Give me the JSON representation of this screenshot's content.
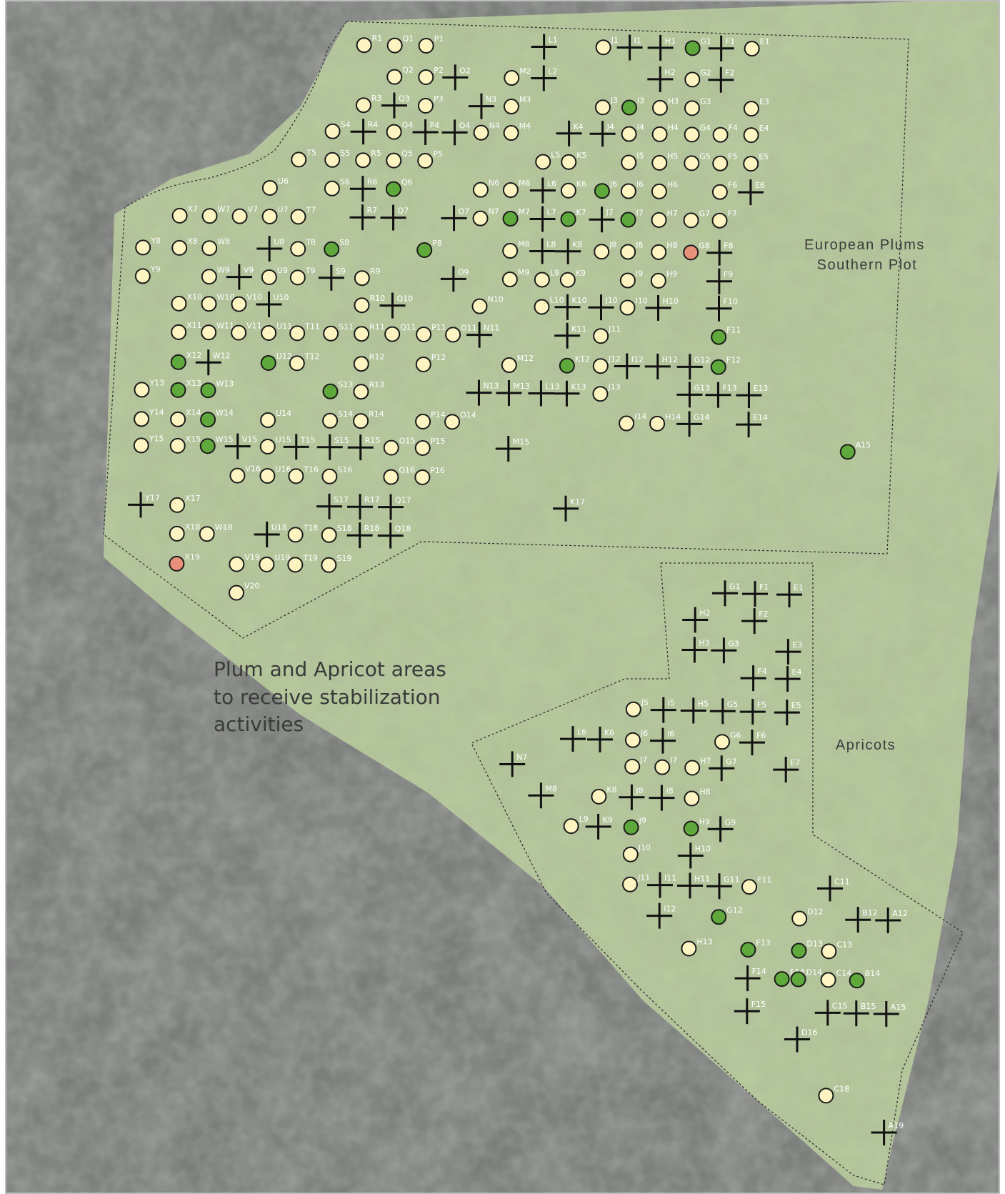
{
  "colors": {
    "frame": "#bdbdbd",
    "aerial_base": "#7b7d7b",
    "plot_tint": "#c2d6a0",
    "plot_outline": "#333333",
    "tree_living": "#fdf4c2",
    "tree_new": "#5ea83c",
    "tree_orange": "#e8907a",
    "tree_missing": "#111111",
    "label": "#ffffff"
  },
  "symbols": {
    "circle": "tree-marker-circle",
    "cross": "missing-tree-cross-icon"
  },
  "areas": {
    "plums_title": [
      "European Plums",
      "Southern Plot"
    ],
    "apricots_title": "Apricots",
    "caption": [
      "Plum and Apricot areas",
      "to receive stabilization",
      "activities"
    ]
  },
  "plum_plot": {
    "name": "European Plums Southern Plot",
    "rows": [
      [
        "R1:c",
        "Q1:c",
        "P1:c",
        "L1:x",
        "J1:c",
        "I1:x",
        "H1:x",
        "G1:g",
        "F1:x",
        "E1:c"
      ],
      [
        "Q2:c",
        "P2:c",
        "O2:x",
        "M2:c",
        "L2:x",
        "H2:x",
        "G2:c",
        "F2:x"
      ],
      [
        "R3:c",
        "Q3:x",
        "P3:c",
        "N3:x",
        "M3:c",
        "J3:c",
        "I3:g",
        "H3:c",
        "G3:c",
        "E3:c"
      ],
      [
        "S4:c",
        "R4:x",
        "Q4:c",
        "P4:x",
        "O4:x",
        "N4:c",
        "M4:c",
        "K4:x",
        "J4:x",
        "I4:c",
        "H4:c",
        "G4:c",
        "F4:c",
        "E4:c"
      ],
      [
        "T5:c",
        "S5:c",
        "R5:c",
        "Q5:c",
        "P5:c",
        "L5:c",
        "K5:c",
        "I5:c",
        "H5:c",
        "G5:c",
        "F5:c",
        "E5:c"
      ],
      [
        "U6:c",
        "S6:c",
        "R6:x",
        "Q6:g",
        "N6:c",
        "M6:c",
        "L6:x",
        "K6:c",
        "J6:g",
        "I6:c",
        "H6:c",
        "F6:c",
        "E6:x"
      ],
      [
        "X7:c",
        "W7:c",
        "V7:c",
        "U7:c",
        "T7:c",
        "R7:x",
        "Q7:x",
        "O7:x",
        "N7:c",
        "M7:g",
        "L7:x",
        "K7:g",
        "J7:x",
        "I7:g",
        "H7:c",
        "G7:c",
        "F7:c"
      ],
      [
        "Y8:c",
        "X8:c",
        "W8:c",
        "U8:x",
        "T8:c",
        "S8:g",
        "P8:g",
        "M8:c",
        "L8:x",
        "K8:x",
        "J8:c",
        "I8:c",
        "H8:c",
        "G8:o",
        "F8:x"
      ],
      [
        "Y9:c",
        "W9:c",
        "V9:x",
        "U9:c",
        "T9:c",
        "S9:x",
        "R9:c",
        "O9:x",
        "M9:c",
        "L9:c",
        "K9:c",
        "I9:c",
        "H9:c",
        "F9:x"
      ],
      [
        "X10:c",
        "W10:c",
        "V10:c",
        "U10:x",
        "R10:c",
        "Q10:x",
        "N10:c",
        "L10:c",
        "K10:x",
        "J10:x",
        "I10:c",
        "H10:x",
        "F10:x"
      ],
      [
        "X11:c",
        "W11:c",
        "V11:c",
        "U11:c",
        "T11:c",
        "S11:c",
        "R11:c",
        "Q11:c",
        "P11:c",
        "O11:c",
        "N11:x",
        "K11:x",
        "J11:c",
        "F11:g"
      ],
      [
        "X12:g",
        "W12:x",
        "U12:g",
        "T12:c",
        "R12:c",
        "P12:c",
        "M12:c",
        "K12:g",
        "J12:c",
        "I12:x",
        "H12:x",
        "G12:x",
        "F12:g"
      ],
      [
        "Y13:c",
        "X13:g",
        "W13:g",
        "S13:g",
        "R13:c",
        "N13:x",
        "M13:x",
        "L13:x",
        "K13:x",
        "J13:c",
        "G13:x",
        "F13:x",
        "E13:x"
      ],
      [
        "Y14:c",
        "X14:c",
        "W14:g",
        "U14:c",
        "S14:c",
        "R14:c",
        "P14:c",
        "O14:c",
        "I14:c",
        "H14:c",
        "G14:x",
        "E14:x"
      ],
      [
        "Y15:c",
        "X15:c",
        "W15:g",
        "V15:x",
        "U15:c",
        "T15:x",
        "S15:x",
        "R15:x",
        "Q15:c",
        "P15:c",
        "M15:x",
        "A15:g"
      ],
      [
        "V16:c",
        "U16:c",
        "T16:c",
        "S16:c",
        "Q16:c",
        "P16:c"
      ],
      [
        "Y17:x",
        "X17:c",
        "S17:x",
        "R17:x",
        "Q17:x",
        "K17:x"
      ],
      [
        "X18:c",
        "W18:c",
        "U18:x",
        "T18:c",
        "S18:c",
        "R18:x",
        "Q18:x"
      ],
      [
        "X19:o",
        "V19:c",
        "U19:c",
        "T19:c",
        "S19:c"
      ],
      [
        "V20:c"
      ]
    ]
  },
  "apricot_plot": {
    "name": "Apricots",
    "rows": [
      [
        "G1:x",
        "F1:x",
        "E1:x"
      ],
      [
        "H2:x",
        "F2:x"
      ],
      [
        "H3:x",
        "G3:x",
        "E3:x"
      ],
      [
        "F4:x",
        "E4:x"
      ],
      [
        "J5:c",
        "I5:x",
        "H5:x",
        "G5:x",
        "F5:x",
        "E5:x"
      ],
      [
        "L6:x",
        "K6:x",
        "J6:c",
        "I6:x",
        "G6:c",
        "F6:x"
      ],
      [
        "N7:x",
        "J7:c",
        "I7:c",
        "H7:c",
        "G7:x",
        "E7:x"
      ],
      [
        "M8:x",
        "K8:c",
        "J8:x",
        "I8:x",
        "H8:c"
      ],
      [
        "L9:c",
        "K9:x",
        "J9:g",
        "H9:g",
        "G9:x"
      ],
      [
        "J10:c",
        "H10:x"
      ],
      [
        "J11:c",
        "I11:x",
        "H11:x",
        "G11:x",
        "F11:c",
        "C11:x"
      ],
      [
        "I12:x",
        "G12:g",
        "D12:c",
        "B12:x",
        "A12:x"
      ],
      [
        "H13:c",
        "F13:g",
        "D13:g",
        "C13:c"
      ],
      [
        "F14:x",
        "E14:g",
        "D14:g",
        "C14:c",
        "B14:g"
      ],
      [
        "F15:x",
        "C15:x",
        "B15:x",
        "A15:x"
      ],
      [
        "D16:x"
      ],
      [
        "C18:c"
      ],
      [
        "A19:x"
      ]
    ]
  }
}
